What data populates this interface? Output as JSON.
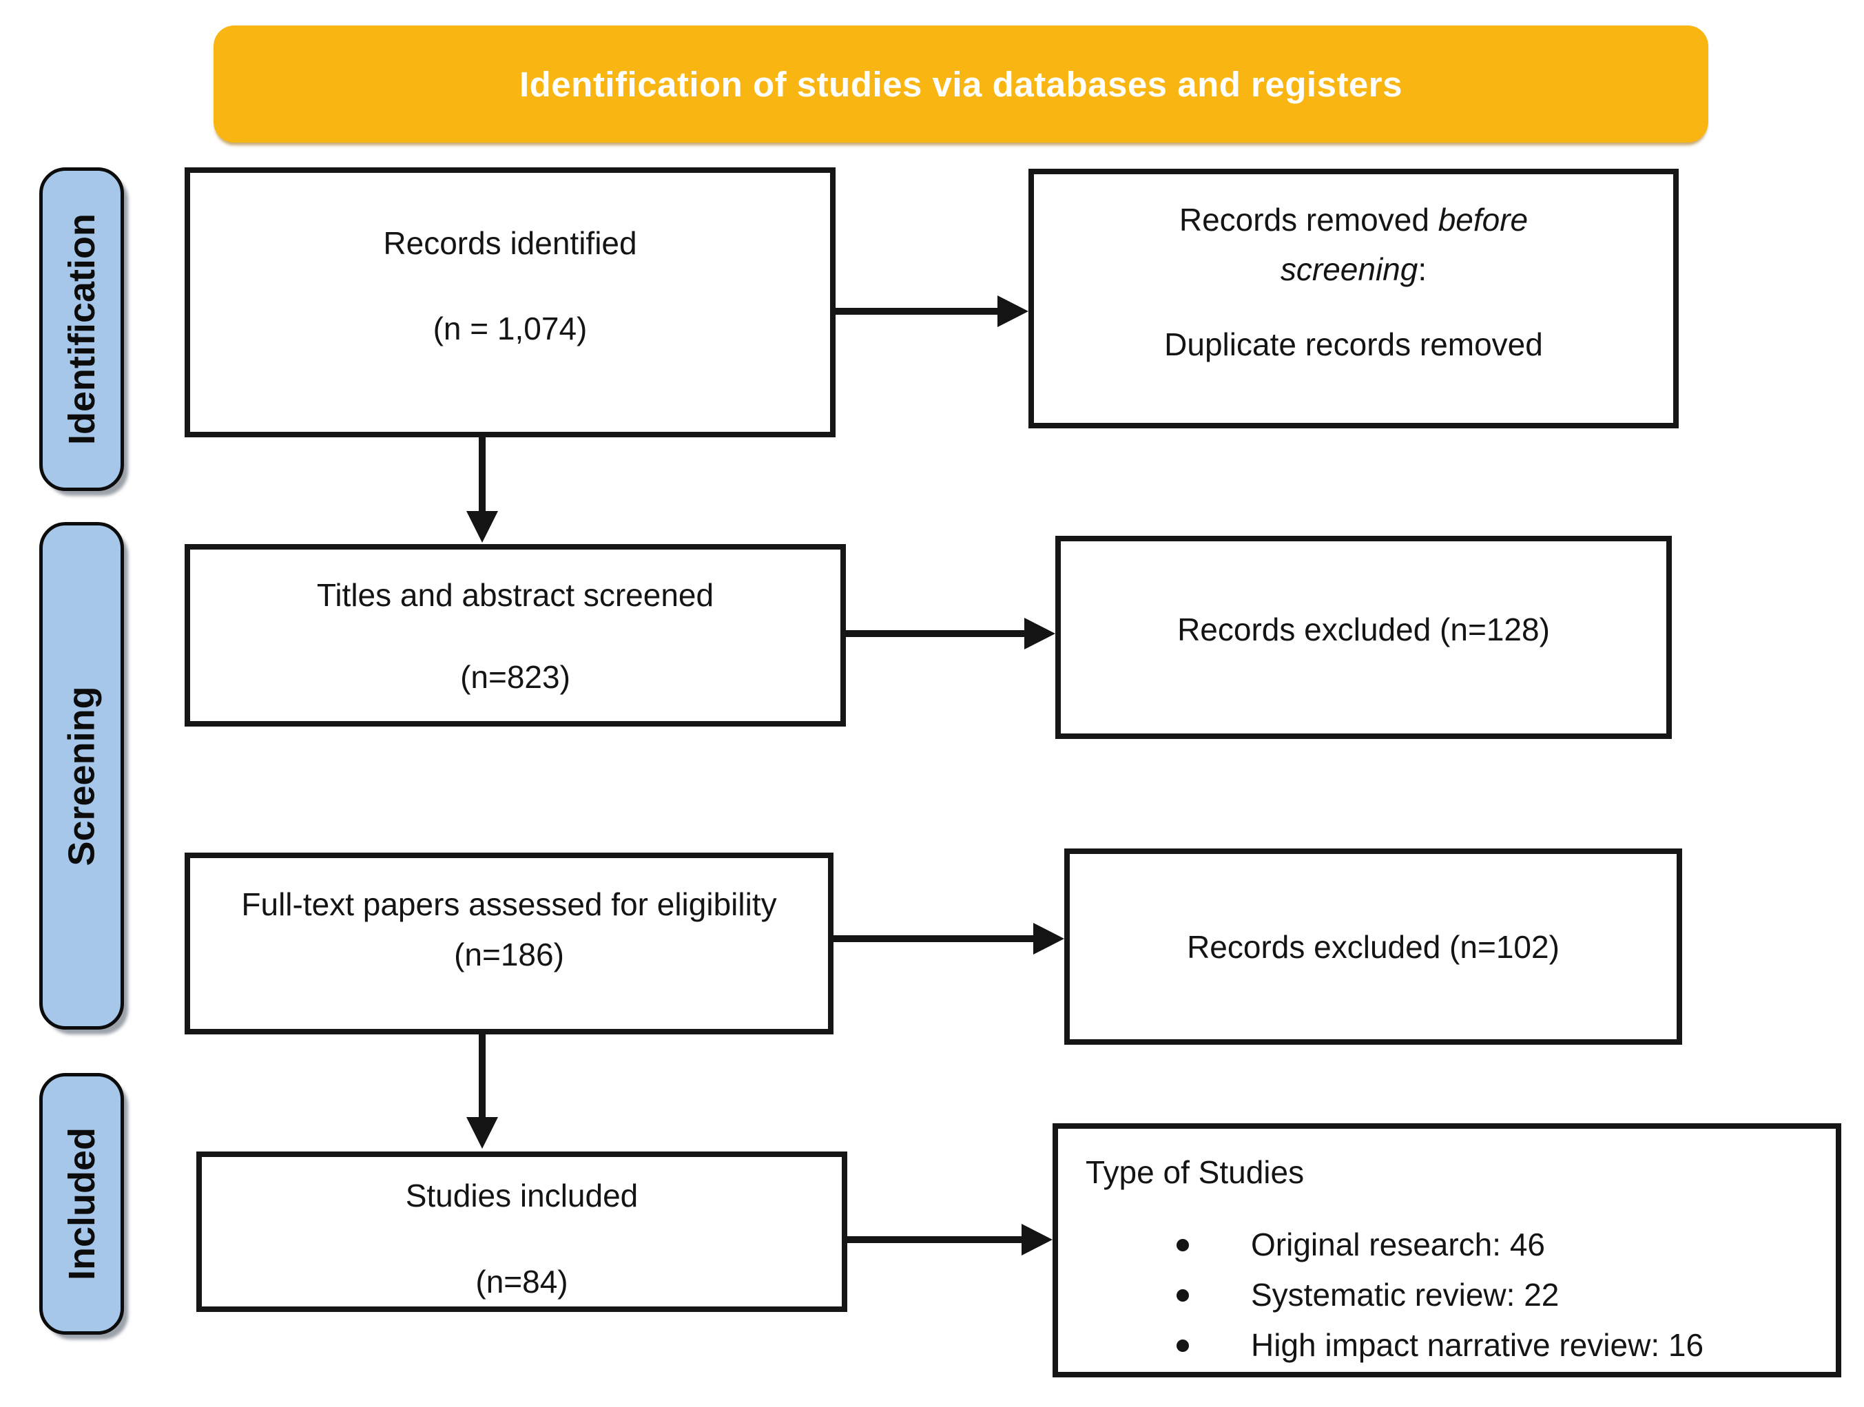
{
  "banner": {
    "label": "Identification of studies via databases and registers",
    "bg_color": "#F9B512",
    "text_color": "#FFFFFF"
  },
  "stages": [
    {
      "label": "Identification"
    },
    {
      "label": "Screening"
    },
    {
      "label": "Included"
    }
  ],
  "stage_pill_color": "#A6C7E9",
  "boxes": {
    "records_identified": {
      "line1": "Records identified",
      "line2": "(n = 1,074)"
    },
    "records_removed": {
      "line1_prefix": "Records removed ",
      "line1_italic": "before screening",
      "line1_suffix": ":",
      "line2": "Duplicate records removed"
    },
    "titles_screened": {
      "line1": "Titles and abstract screened",
      "line2": "(n=823)"
    },
    "records_excluded_screening": {
      "label": "Records excluded (n=128)"
    },
    "fulltext_assessed": {
      "label": "Full-text papers assessed for eligibility (n=186)"
    },
    "records_excluded_eligibility": {
      "label": "Records excluded (n=102)"
    },
    "studies_included": {
      "line1": "Studies included",
      "line2": "(n=84)"
    },
    "type_of_studies": {
      "heading": "Type of Studies",
      "bullets": [
        "Original research: 46",
        "Systematic review: 22",
        "High impact narrative review: 16"
      ]
    }
  }
}
